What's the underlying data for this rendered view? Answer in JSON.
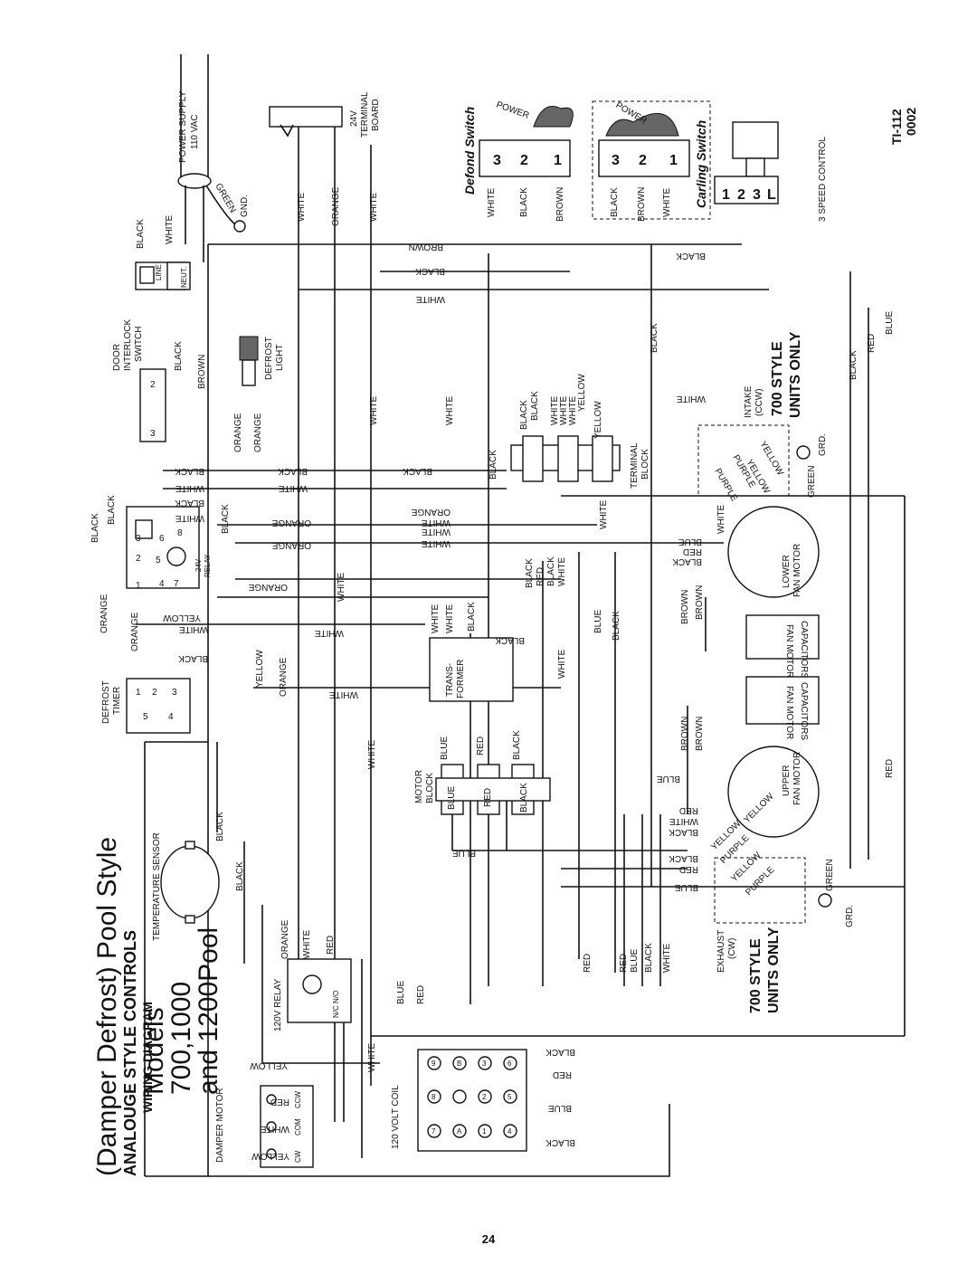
{
  "title": {
    "line1": "(Damper Defrost) Pool Style",
    "line2": "ANALOUGE STYLE CONTROLS",
    "line3": "WIRING DIAGRAM",
    "models1": "Models",
    "models2": "700,1000",
    "models3": "and 1200Pool"
  },
  "doc_code": {
    "code": "TI-112",
    "date": "0002"
  },
  "page_number": "24",
  "components": {
    "power_supply": "POWER SUPPLY",
    "power_supply_v": "110 VAC",
    "gnd": "GND.",
    "green": "GREEN",
    "terminal_board_1": "24V",
    "terminal_board_2": "TERMINAL",
    "terminal_board_3": "BOARD",
    "defond_switch": "Defond Switch",
    "carling_switch": "Carling Switch",
    "power": "POWER",
    "speed_control": "3 SPEED CONTROL",
    "door_switch_1": "DOOR",
    "door_switch_2": "INTERLOCK",
    "door_switch_3": "SWITCH",
    "line": "LINE",
    "neut": "NEUT.",
    "defrost_light_1": "DEFROST",
    "defrost_light_2": "LIGHT",
    "relay_24v_1": "24V",
    "relay_24v_2": "RELAY",
    "defrost_timer_1": "DEFROST",
    "defrost_timer_2": "TIMER",
    "temp_sensor": "TEMPERATURE SENSOR",
    "relay_120v": "120V RELAY",
    "nc_no": "N/C N/O",
    "damper_motor": "DAMPER MOTOR",
    "cw": "CW",
    "com": "COM",
    "ccw": "CCW",
    "coil_120v": "120 VOLT COIL",
    "transformer_1": "TRANS-",
    "transformer_2": "FORMER",
    "motor_block_1": "MOTOR",
    "motor_block_2": "BLOCK",
    "terminal_block_1": "TERMINAL",
    "terminal_block_2": "BLOCK",
    "lower_fan_1": "LOWER",
    "lower_fan_2": "FAN MOTOR",
    "upper_fan_1": "UPPER",
    "upper_fan_2": "FAN MOTOR",
    "fan_caps_1": "FAN MOTOR",
    "fan_caps_2": "CAPACITORS",
    "intake_1": "INTAKE",
    "intake_2": "(CCW)",
    "exhaust_1": "EXHAUST",
    "exhaust_2": "(CW)",
    "units_only_1": "700 STYLE",
    "units_only_2": "UNITS ONLY",
    "grd": "GRD."
  },
  "wire_colors": {
    "white": "WHITE",
    "black": "BLACK",
    "orange": "ORANGE",
    "brown": "BROWN",
    "yellow": "YELLOW",
    "red": "RED",
    "blue": "BLUE",
    "purple": "PURPLE",
    "green": "GREEN"
  },
  "pins": {
    "one": "1",
    "two": "2",
    "three": "3",
    "four": "4",
    "five": "5",
    "six": "6",
    "seven": "7",
    "eight": "8",
    "nine": "9",
    "a": "A",
    "b": "B",
    "l": "L"
  },
  "colors": {
    "ink": "#111111",
    "paper": "#ffffff",
    "shade": "#666666"
  }
}
